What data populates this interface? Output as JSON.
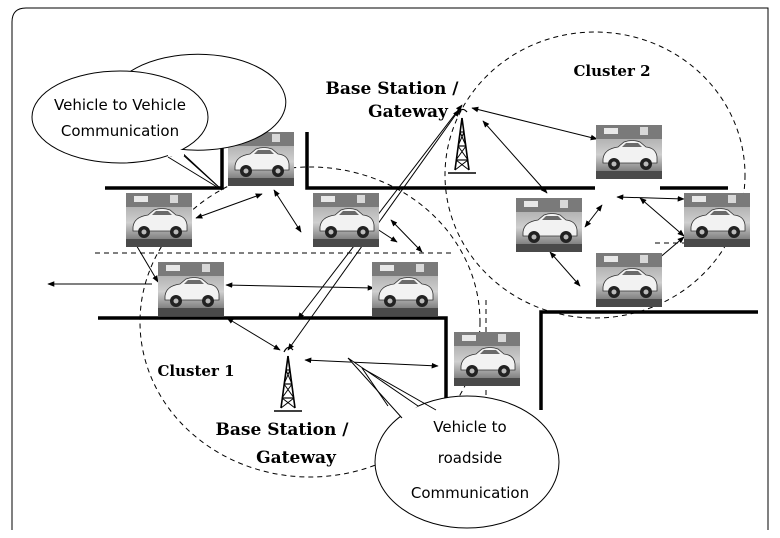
{
  "labels": {
    "cluster_1": "Cluster 1",
    "cluster_2": "Cluster 2",
    "base_station_top_line1": "Base Station /",
    "base_station_top_line2": "Gateway",
    "base_station_bottom_line1": "Base Station /",
    "base_station_bottom_line2": "Gateway",
    "v2v_line1": "Vehicle to Vehicle",
    "v2v_line2": "Communication",
    "v2r_line1": "Vehicle to",
    "v2r_line2": "roadside",
    "v2r_line3": "Communication"
  },
  "colors": {
    "ink": "#000000",
    "background": "#ffffff",
    "car_photo_bg": "#8a8a8a"
  },
  "icons": {
    "car": "car-photo-icon",
    "tower": "radio-tower-icon"
  }
}
